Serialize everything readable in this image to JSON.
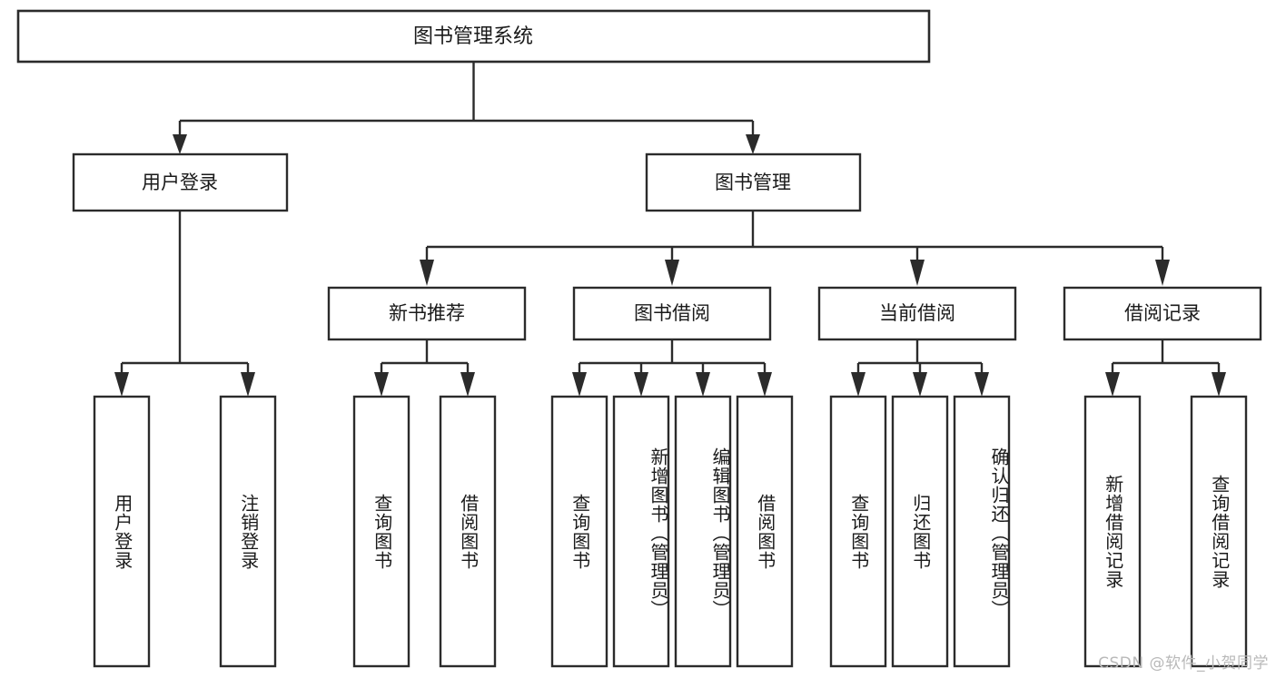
{
  "diagram": {
    "type": "tree",
    "title": "图书管理系统",
    "orientation": "top-down",
    "watermark": "CSDN @软件_小贺同学",
    "colors": {
      "stroke": "#2b2b2b",
      "fill": "#ffffff",
      "text": "#1a1a1a",
      "watermark": "#b9b9b9",
      "background": "#ffffff"
    },
    "root": {
      "label": "图书管理系统"
    },
    "level2": [
      {
        "label": "用户登录"
      },
      {
        "label": "图书管理"
      }
    ],
    "level3": [
      {
        "label": "新书推荐"
      },
      {
        "label": "图书借阅"
      },
      {
        "label": "当前借阅"
      },
      {
        "label": "借阅记录"
      }
    ],
    "leaves": {
      "user_login": [
        {
          "label": "用户登录"
        },
        {
          "label": "注销登录"
        }
      ],
      "new_book_recommend": [
        {
          "label": "查询图书"
        },
        {
          "label": "借阅图书"
        }
      ],
      "book_borrow": [
        {
          "label": "查询图书"
        },
        {
          "label": "新增图书（管理员）"
        },
        {
          "label": "编辑图书（管理员）"
        },
        {
          "label": "借阅图书"
        }
      ],
      "current_borrow": [
        {
          "label": "查询图书"
        },
        {
          "label": "归还图书"
        },
        {
          "label": "确认归还（管理员）"
        }
      ],
      "borrow_record": [
        {
          "label": "新增借阅记录"
        },
        {
          "label": "查询借阅记录"
        }
      ]
    }
  }
}
